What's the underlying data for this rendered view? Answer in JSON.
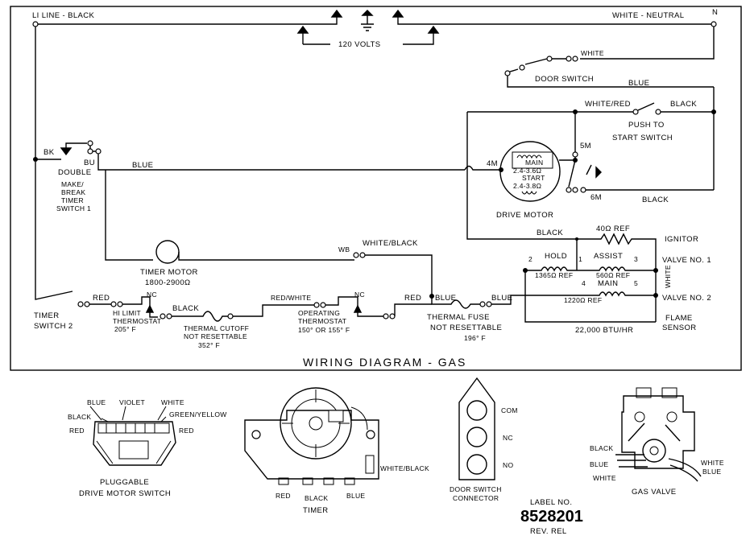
{
  "schematic": {
    "l1_line": "LI LINE - BLACK",
    "neutral": "WHITE - NEUTRAL",
    "n": "N",
    "volts": "120 VOLTS",
    "white_top": "WHITE",
    "door_switch": "DOOR SWITCH",
    "blue_door": "BLUE",
    "white_red": "WHITE/RED",
    "black_push": "BLACK",
    "push_to": "PUSH TO",
    "start_switch": "START SWITCH",
    "bk": "BK",
    "bu": "BU",
    "double": "DOUBLE",
    "make_break": "MAKE/",
    "break": "BREAK",
    "timer": "TIMER",
    "switch1": "SWITCH 1",
    "blue_main": "BLUE",
    "m4": "4M",
    "m5": "5M",
    "m6": "6M",
    "main_res": "MAIN",
    "main_val": "2.4-3.6Ω",
    "start_res": "START",
    "start_val": "2.4-3.8Ω",
    "drive_motor": "DRIVE MOTOR",
    "black_motor": "BLACK",
    "black_ign": "BLACK",
    "ign_ref": "40Ω REF",
    "ignitor": "IGNITOR",
    "hold": "HOLD",
    "assist": "ASSIST",
    "n2": "2",
    "n1": "1",
    "n3": "3",
    "n4": "4",
    "n5": "5",
    "hold_val": "1365Ω REF",
    "assist_val": "560Ω REF",
    "main_coil": "MAIN",
    "main_val2": "1220Ω REF",
    "valve1": "VALVE NO. 1",
    "valve2": "VALVE NO. 2",
    "white_v": "WHITE",
    "btu": "22,000 BTU/HR",
    "flame": "FLAME",
    "sensor": "SENSOR",
    "wb": "WB",
    "white_black": "WHITE/BLACK",
    "timer_motor": "TIMER MOTOR",
    "timer_motor_val": "1800-2900Ω",
    "timer_sw2a": "TIMER",
    "timer_sw2b": "SWITCH 2",
    "red1": "RED",
    "nc1": "NC",
    "hi_limit": "HI LIMIT",
    "thermostat": "THERMOSTAT",
    "t205": "205° F",
    "black_tc": "BLACK",
    "thermal_cutoff": "THERMAL CUTOFF",
    "not_reset": "NOT RESETTABLE",
    "t352": "352° F",
    "red_white": "RED/WHITE",
    "nc2": "NC",
    "operating": "OPERATING",
    "thermostat2": "THERMOSTAT",
    "t150": "150° OR 155° F",
    "red2": "RED",
    "blue_fuse": "BLUE",
    "blue_fuse2": "BLUE",
    "thermal_fuse": "THERMAL FUSE",
    "not_reset2": "NOT RESETTABLE",
    "t196": "196° F",
    "title": "WIRING DIAGRAM - GAS"
  },
  "components": {
    "dms_blue": "BLUE",
    "dms_violet": "VIOLET",
    "dms_white": "WHITE",
    "dms_black": "BLACK",
    "dms_green": "GREEN/YELLOW",
    "dms_red_l": "RED",
    "dms_red_r": "RED",
    "dms_label1": "PLUGGABLE",
    "dms_label2": "DRIVE MOTOR SWITCH",
    "t_red": "RED",
    "t_black": "BLACK",
    "t_blue": "BLUE",
    "t_wb": "WHITE/BLACK",
    "t_label": "TIMER",
    "door_com": "COM",
    "door_nc": "NC",
    "door_no": "NO",
    "door_label1": "DOOR SWITCH",
    "door_label2": "CONNECTOR",
    "label_no": "LABEL NO.",
    "label_num": "8528201",
    "rev": "REV. REL",
    "gv_black": "BLACK",
    "gv_blue": "BLUE",
    "gv_white": "WHITE",
    "gv_white_r": "WHITE",
    "gv_blue_r": "BLUE",
    "gv_label": "GAS VALVE"
  }
}
